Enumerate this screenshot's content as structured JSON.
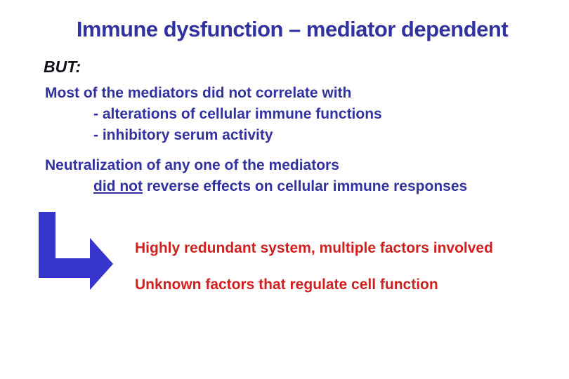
{
  "slide": {
    "title": "Immune dysfunction – mediator dependent",
    "but_label": "BUT:",
    "paragraph1": {
      "line1": "Most of the mediators did not correlate with",
      "line2": "- alterations of cellular immune functions",
      "line3": "- inhibitory serum activity"
    },
    "paragraph2": {
      "line1": "Neutralization of any one of the mediators",
      "line2_underlined": "did not",
      "line2_rest": " reverse effects on cellular immune responses"
    },
    "callouts": {
      "line1": "Highly redundant system, multiple factors involved",
      "line2": "Unknown factors that regulate cell function"
    },
    "arrow_icon": "bent-right-arrow"
  },
  "colors": {
    "title-blue": "#31319f",
    "body-blue": "#31319f",
    "but-black": "#101018",
    "arrow-blue": "#3534cb",
    "callout-red": "#d02020",
    "background": "#ffffff"
  }
}
